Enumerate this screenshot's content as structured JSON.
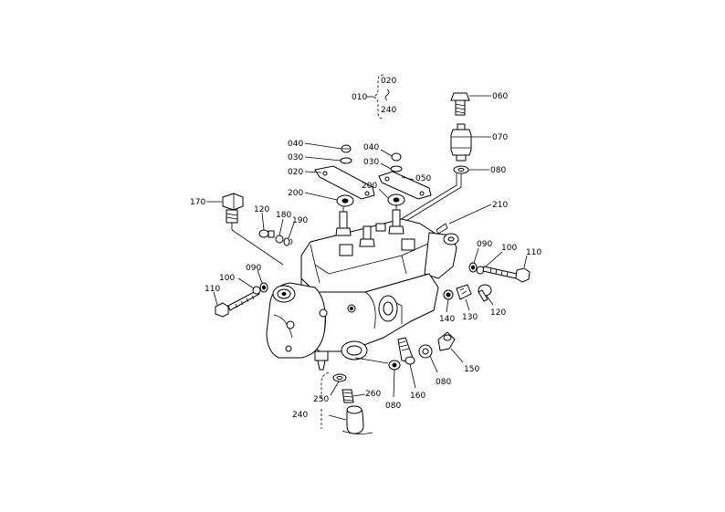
{
  "labels": {
    "p010": "010",
    "p020_top": "020",
    "p240_top": "240",
    "p060": "060",
    "p070": "070",
    "p080_right": "080",
    "p040_left": "040",
    "p030_left": "030",
    "p020_left": "020",
    "p200_left": "200",
    "p040_mid": "040",
    "p030_mid": "030",
    "p050": "050",
    "p200_mid": "200",
    "p170": "170",
    "p120_left": "120",
    "p180": "180",
    "p190": "190",
    "p210": "210",
    "p090_right": "090",
    "p100_right": "100",
    "p110_right": "110",
    "p110_left": "110",
    "p100_left": "100",
    "p090_left": "090",
    "p140": "140",
    "p130": "130",
    "p120_right": "120",
    "p150": "150",
    "p080_bottom": "080",
    "p160": "160",
    "p080_low": "080",
    "p250": "250",
    "p260": "260",
    "p240_bottom": "240"
  }
}
